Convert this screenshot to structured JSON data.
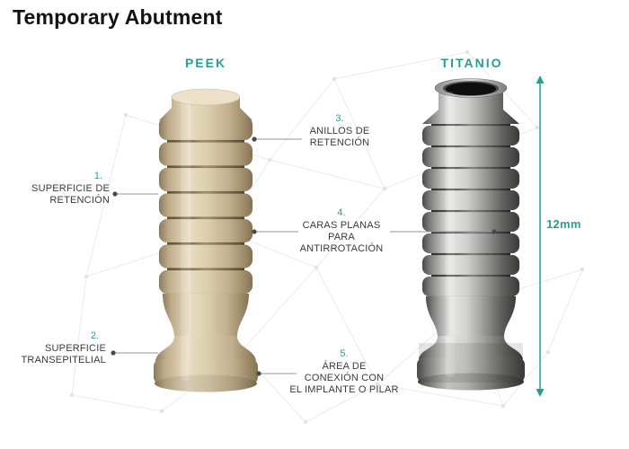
{
  "title": "Temporary Abutment",
  "columns": {
    "peek": "PEEK",
    "titanio": "TITANIO"
  },
  "dimension": {
    "label": "12mm"
  },
  "callouts": {
    "c1": {
      "num": "1.",
      "lines": [
        "SUPERFICIE DE",
        "RETENCIÓN"
      ]
    },
    "c2": {
      "num": "2.",
      "lines": [
        "SUPERFICIE",
        "TRANSEPITELIAL"
      ]
    },
    "c3": {
      "num": "3.",
      "lines": [
        "ANILLOS DE",
        "RETENCIÓN"
      ]
    },
    "c4": {
      "num": "4.",
      "lines": [
        "CARAS PLANAS",
        "PARA",
        "ANTIRROTACIÓN"
      ]
    },
    "c5": {
      "num": "5.",
      "lines": [
        "ÁREA DE",
        "CONEXIÓN CON",
        "EL IMPLANTE O PILAR"
      ]
    }
  },
  "colors": {
    "accent": "#2a9d8f",
    "text": "#3a3a3a",
    "title": "#121212",
    "connector": "#8f969b",
    "network": "#e3e7ea",
    "peek_base": "#d9cbab",
    "titanium_base": "#a9a9a7"
  }
}
